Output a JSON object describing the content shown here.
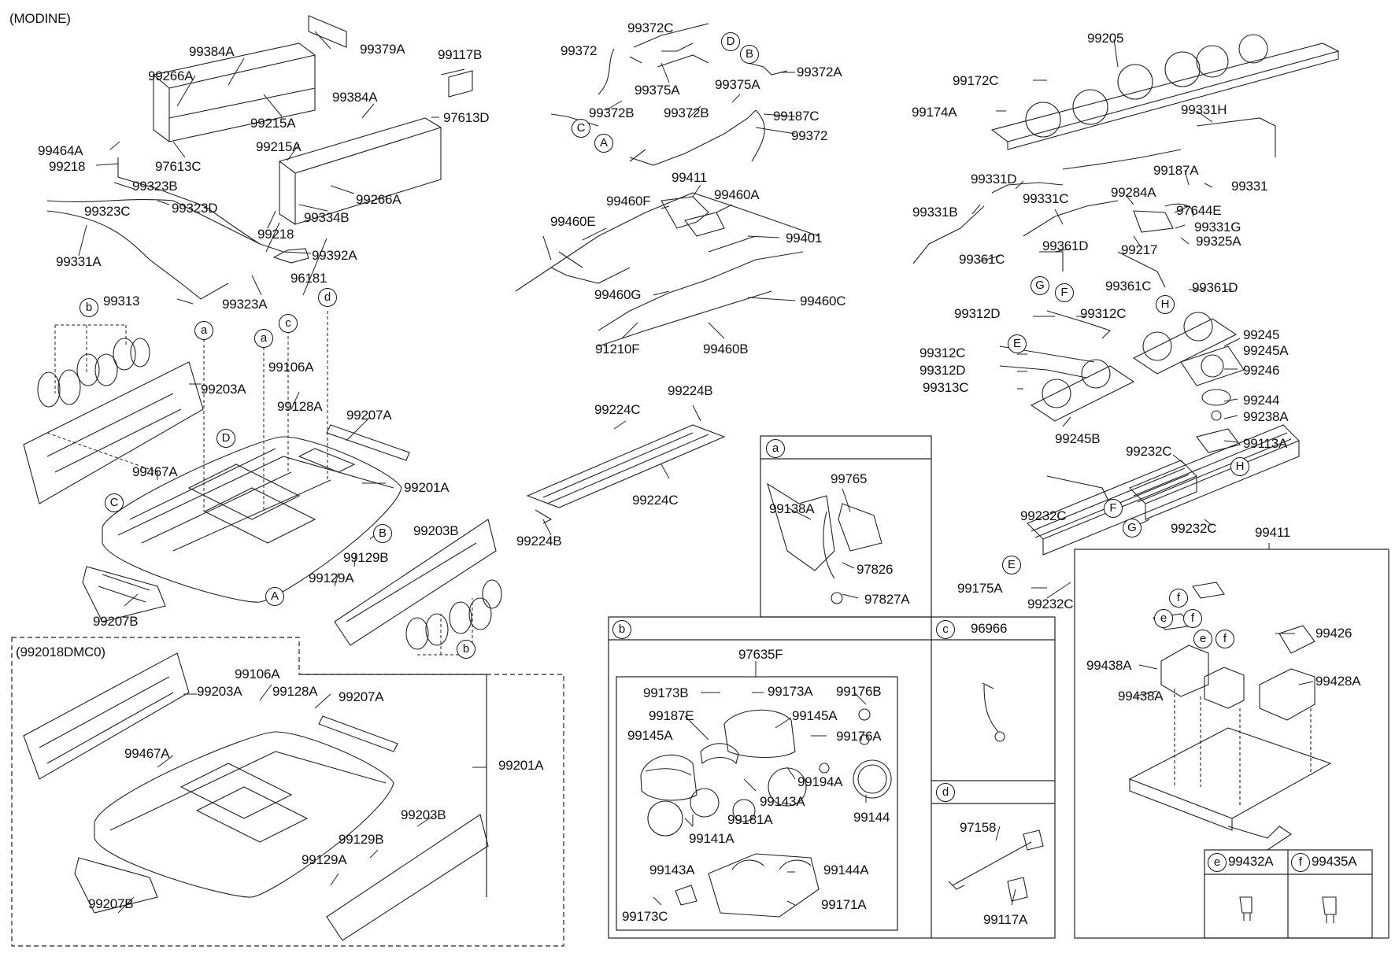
{
  "labels": {
    "modine": "(MODINE)",
    "variant": "(992018DMC0)",
    "p99384A_1": "99384A",
    "p99379A": "99379A",
    "p99266A_1": "99266A",
    "p99117B": "99117B",
    "p99215A_1": "99215A",
    "p99384A_2": "99384A",
    "p97613D": "97613D",
    "p99215A_2": "99215A",
    "p99464A": "99464A",
    "p99218_1": "99218",
    "p97613C": "97613C",
    "p99323B": "99323B",
    "p99266A_2": "99266A",
    "p99323C": "99323C",
    "p99323D": "99323D",
    "p99334B": "99334B",
    "p99218_2": "99218",
    "p99331A": "99331A",
    "p99392A": "99392A",
    "p99313": "99313",
    "p99323A": "99323A",
    "p96181": "96181",
    "p99203A_1": "99203A",
    "p99106A_1": "99106A",
    "p99128A_1": "99128A",
    "p99207A_1": "99207A",
    "p99467A_1": "99467A",
    "p99201A_1": "99201A",
    "p99203B_1": "99203B",
    "p99129B_1": "99129B",
    "p99129A_1": "99129A",
    "p99207B_1": "99207B",
    "p99106A_2": "99106A",
    "p99203A_2": "99203A",
    "p99128A_2": "99128A",
    "p99207A_2": "99207A",
    "p99467A_2": "99467A",
    "p99201A_2": "99201A",
    "p99203B_2": "99203B",
    "p99129B_2": "99129B",
    "p99129A_2": "99129A",
    "p99207B_2": "99207B",
    "p99372C": "99372C",
    "p99372_1": "99372",
    "p99375A_1": "99375A",
    "p99372A": "99372A",
    "p99372B_1": "99372B",
    "p99375A_2": "99375A",
    "p99372B_2": "99372B",
    "p99187C": "99187C",
    "p99372_2": "99372",
    "p99411_1": "99411",
    "p99460F": "99460F",
    "p99460A": "99460A",
    "p99460E": "99460E",
    "p99401": "99401",
    "p99460G": "99460G",
    "p99460C": "99460C",
    "p91210F": "91210F",
    "p99460B": "99460B",
    "p99224B_1": "99224B",
    "p99224C_1": "99224C",
    "p99224C_2": "99224C",
    "p99224B_2": "99224B",
    "p99205": "99205",
    "p99172C": "99172C",
    "p99174A": "99174A",
    "p99331H": "99331H",
    "p99331D": "99331D",
    "p99187A": "99187A",
    "p99331": "99331",
    "p99331C": "99331C",
    "p99284A": "99284A",
    "p97644E": "97644E",
    "p99331B": "99331B",
    "p99361D_1": "99361D",
    "p99331G": "99331G",
    "p99217": "99217",
    "p99325A": "99325A",
    "p99361C_1": "99361C",
    "p99361C_2": "99361C",
    "p99361D_2": "99361D",
    "p99312D_1": "99312D",
    "p99312C_1": "99312C",
    "p99245": "99245",
    "p99245A": "99245A",
    "p99312C_2": "99312C",
    "p99312D_2": "99312D",
    "p99246": "99246",
    "p99313C": "99313C",
    "p99244": "99244",
    "p99238A": "99238A",
    "p99245B": "99245B",
    "p99113A": "99113A",
    "p99232C_1": "99232C",
    "p99232C_2": "99232C",
    "p99232C_3": "99232C",
    "p99175A": "99175A",
    "p99232C_4": "99232C",
    "p99411_2": "99411",
    "p99765": "99765",
    "p99138A": "99138A",
    "p97826": "97826",
    "p97827A": "97827A",
    "p97635F": "97635F",
    "p99173B": "99173B",
    "p99173A": "99173A",
    "p99176B": "99176B",
    "p99187E": "99187E",
    "p99145A_1": "99145A",
    "p99145A_2": "99145A",
    "p99176A": "99176A",
    "p99194A": "99194A",
    "p99143A_1": "99143A",
    "p99181A": "99181A",
    "p99144": "99144",
    "p99141A": "99141A",
    "p99143A_2": "99143A",
    "p99144A": "99144A",
    "p99173C": "99173C",
    "p99171A": "99171A",
    "p96966": "96966",
    "p97158": "97158",
    "p99117A": "99117A",
    "p99426": "99426",
    "p99438A_1": "99438A",
    "p99438A_2": "99438A",
    "p99428A": "99428A",
    "p99432A": "99432A",
    "p99435A": "99435A"
  },
  "callouts": {
    "a": "a",
    "b": "b",
    "c": "c",
    "d": "d",
    "e": "e",
    "f": "f",
    "A": "A",
    "B": "B",
    "C": "C",
    "D": "D",
    "E": "E",
    "F": "F",
    "G": "G",
    "H": "H"
  }
}
